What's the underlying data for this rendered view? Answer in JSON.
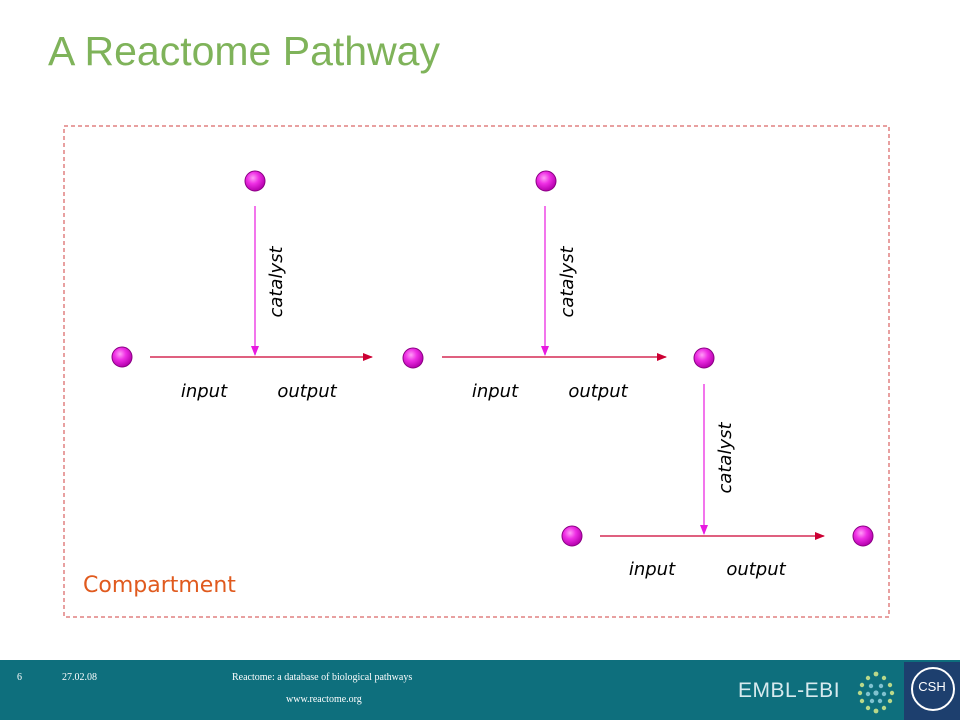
{
  "slide": {
    "title": "A Reactome Pathway",
    "compartment_label": "Compartment"
  },
  "diagram": {
    "node_color": "#e81ae0",
    "input_arrow_color": "#cc0033",
    "catalyst_arrow_color": "#e81ae0",
    "reactions": [
      {
        "input_label": "input",
        "output_label": "output",
        "catalyst_label": "catalyst"
      },
      {
        "input_label": "input",
        "output_label": "output",
        "catalyst_label": "catalyst"
      },
      {
        "input_label": "input",
        "output_label": "output",
        "catalyst_label": "catalyst"
      }
    ]
  },
  "footer": {
    "slide_number": "6",
    "date": "27.02.08",
    "caption": "Reactome: a database of biological pathways",
    "url": "www.reactome.org",
    "logo_text": "EMBL-EBI",
    "logo_csh": "CSH"
  }
}
